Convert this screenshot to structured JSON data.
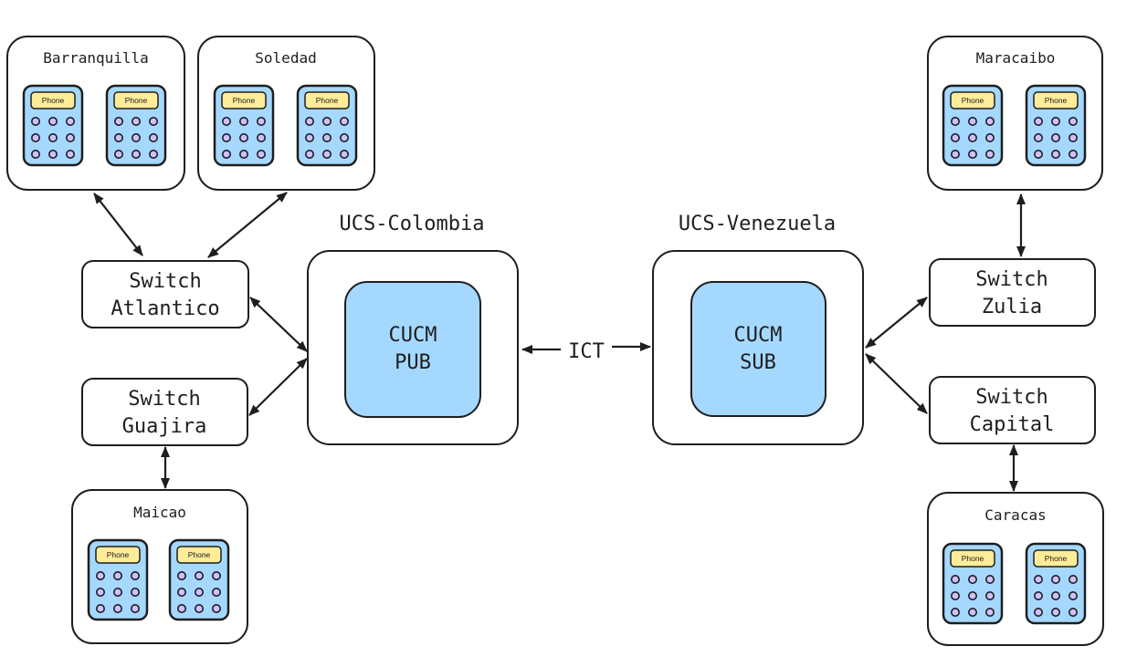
{
  "locations": {
    "barranquilla": {
      "label": "Barranquilla"
    },
    "soledad": {
      "label": "Soledad"
    },
    "maicao": {
      "label": "Maicao"
    },
    "maracaibo": {
      "label": "Maracaibo"
    },
    "caracas": {
      "label": "Caracas"
    }
  },
  "phone_label": "Phone",
  "switches": {
    "atlantico": {
      "line1": "Switch",
      "line2": "Atlantico"
    },
    "guajira": {
      "line1": "Switch",
      "line2": "Guajira"
    },
    "zulia": {
      "line1": "Switch",
      "line2": "Zulia"
    },
    "capital": {
      "line1": "Switch",
      "line2": "Capital"
    }
  },
  "ucs": {
    "colombia": {
      "title": "UCS-Colombia",
      "line1": "CUCM",
      "line2": "PUB"
    },
    "venezuela": {
      "title": "UCS-Venezuela",
      "line1": "CUCM",
      "line2": "SUB"
    }
  },
  "trunk_label": "ICT"
}
